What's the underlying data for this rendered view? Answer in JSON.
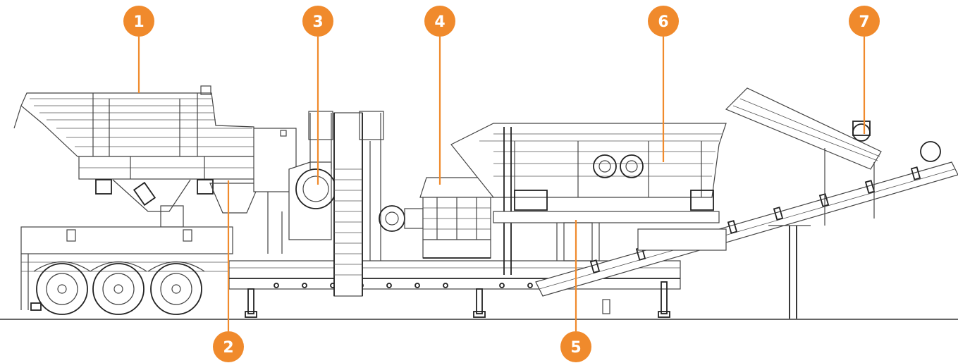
{
  "accent_color": "#F08A2C",
  "callouts": [
    {
      "label": "1"
    },
    {
      "label": "2"
    },
    {
      "label": "3"
    },
    {
      "label": "4"
    },
    {
      "label": "5"
    },
    {
      "label": "6"
    },
    {
      "label": "7"
    }
  ]
}
